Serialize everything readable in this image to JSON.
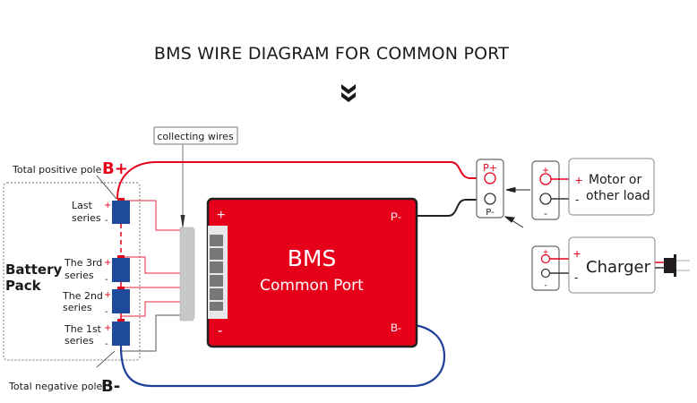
{
  "title": "BMS WIRE DIAGRAM FOR COMMON PORT",
  "icons": {
    "scroll_down": "double-chevron-down-icon",
    "plug": "power-plug-icon"
  },
  "colors": {
    "bms_red": "#e6001a",
    "positive_wire": "#e6001a",
    "negative_wire": "#231f20",
    "b_minus_wire": "#1d3f9a",
    "cell_blue": "#1f4a9b",
    "connector_gray": "#c8c8c8",
    "pack_border": "#888888"
  },
  "collecting_wires": {
    "label": "collecting wires"
  },
  "battery_pack": {
    "label_line1": "Battery",
    "label_line2": "Pack",
    "total_positive": {
      "label": "Total positive pole",
      "symbol": "B+"
    },
    "total_negative": {
      "label": "Total negative pole",
      "symbol": "B-"
    },
    "cells": [
      {
        "line1": "Last",
        "line2": "series",
        "plus": "+",
        "minus": "-"
      },
      {
        "line1": "The 3rd",
        "line2": "series",
        "plus": "+",
        "minus": "-"
      },
      {
        "line1": "The 2nd",
        "line2": "series",
        "plus": "+",
        "minus": "-"
      },
      {
        "line1": "The 1st",
        "line2": "series",
        "plus": "+",
        "minus": "-"
      }
    ]
  },
  "bms": {
    "title": "BMS",
    "subtitle": "Common Port",
    "plus": "+",
    "minus": "-",
    "p_minus": "P-",
    "b_minus": "B-"
  },
  "output_port": {
    "p_plus": "P+",
    "p_minus": "P-"
  },
  "load": {
    "port_plus": "+",
    "port_minus": "-",
    "plus": "+",
    "minus": "-",
    "line1": "Motor or",
    "line2": "other load"
  },
  "charger": {
    "port_plus": "+",
    "port_minus": "-",
    "plus": "+",
    "minus": "-",
    "label": "Charger"
  }
}
